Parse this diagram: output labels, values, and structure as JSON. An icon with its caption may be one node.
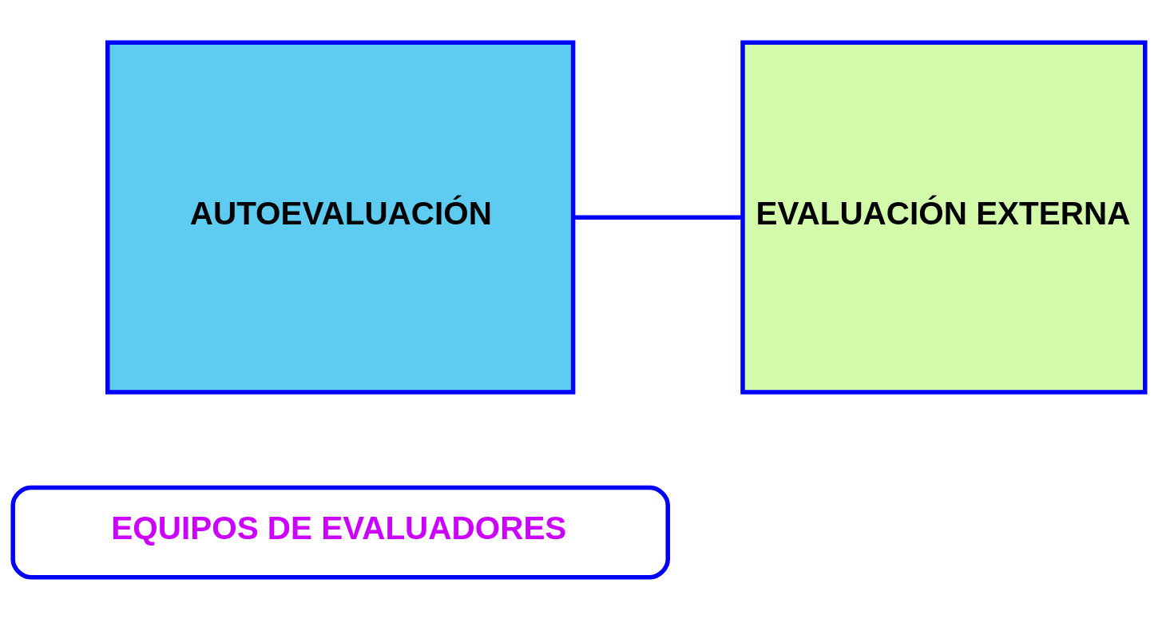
{
  "diagram": {
    "nodes": [
      {
        "text": [
          "AUTOEVALUACIÓN"
        ]
      },
      {
        "text": [
          "EVALUACIÓN EXTERNA"
        ]
      },
      {
        "text": [
          "EQUIPOS DE EVALUADORES"
        ]
      }
    ],
    "edges": [
      {
        "from": 0,
        "to": 1,
        "arrow": "none"
      }
    ]
  }
}
